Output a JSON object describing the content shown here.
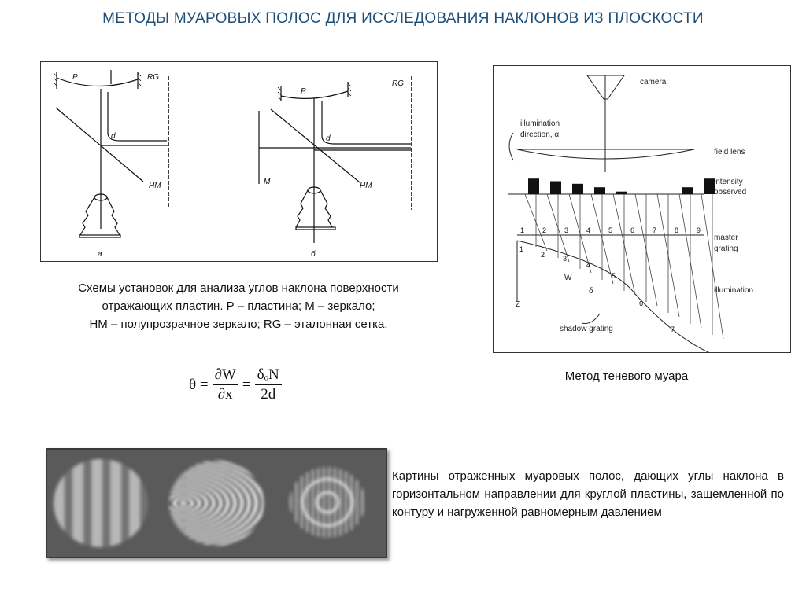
{
  "title": "МЕТОДЫ  МУАРОВЫХ  ПОЛОС  ДЛЯ  ИССЛЕДОВАНИЯ  НАКЛОНОВ  ИЗ  ПЛОСКОСТИ",
  "left_diagram": {
    "labels": {
      "P_a": "P",
      "RG_a": "RG",
      "d_a": "d",
      "HM_a": "HM",
      "a": "а",
      "P_b": "P",
      "RG_b": "RG",
      "d_b": "d",
      "HM_b": "HM",
      "M_b": "M",
      "b": "б"
    },
    "caption": [
      "Схемы установок для анализа углов наклона поверхности",
      "отражающих пластин. Р – пластина; М – зеркало;",
      "НМ – полупрозрачное зеркало; RG – эталонная сетка."
    ]
  },
  "formula": {
    "lhs": "θ =",
    "frac1_num": "∂W",
    "frac1_den": "∂x",
    "eq": "=",
    "frac2_num": "δₒN",
    "frac2_den": "2d"
  },
  "right_diagram": {
    "labels": {
      "camera": "camera",
      "illum1": "illumination",
      "illum2": "direction, α",
      "field_lens": "field lens",
      "intensity1": "intensity",
      "intensity2": "observed",
      "master1": "master",
      "master2": "grating",
      "illumination": "illumination",
      "shadow": "shadow grating",
      "w": "W",
      "delta": "δ",
      "z": "Z"
    },
    "master_numbers": [
      "1",
      "2",
      "3",
      "4",
      "5",
      "6",
      "7",
      "8",
      "9"
    ],
    "shadow_numbers": [
      "1",
      "2",
      "3",
      "4",
      "5",
      "6",
      "7"
    ],
    "intensity": [
      0.9,
      0.75,
      0.6,
      0.4,
      0.15,
      0,
      0,
      0.4,
      0.9
    ],
    "caption": "Метод теневого муара"
  },
  "moire_caption": "Картины отраженных муаровых полос, дающих углы наклона в горизонтальном направлении для круглой пластины, защемленной по контуру и нагруженной равномерным давлением"
}
